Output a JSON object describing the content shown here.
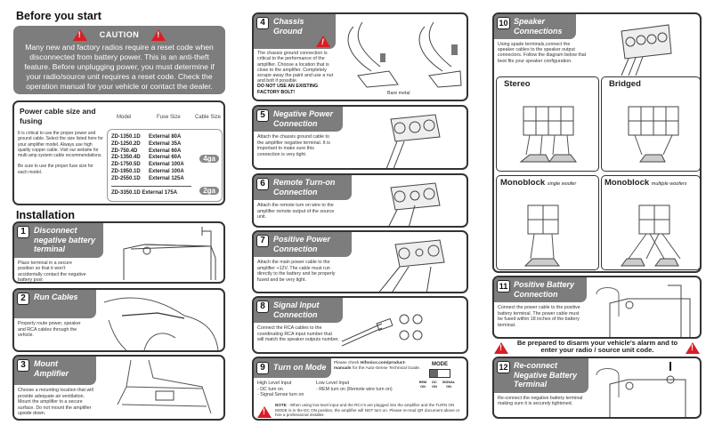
{
  "before": {
    "title": "Before you start",
    "caution_label": "CAUTION",
    "caution_text": "Many new and factory radios require a reset code when disconnected from battery power. This is an anti-theft feature. Before unplugging power, you must determine if your radio/source unit requires a reset code. Check the operation manual for your vehicle or contact the dealer."
  },
  "power": {
    "title": "Power cable size and fusing",
    "text1": "It is critical to use the proper power and ground cable. Select the size listed here for your amplifier model. Always use high quality copper cable. Visit our website for multi amp system cable recommendations.",
    "text2": "Be sure to use the proper fuse size for each model.",
    "headers": [
      "Model",
      "Fuse Size",
      "Cable Size"
    ],
    "rows": [
      [
        "ZD-1350.1D",
        "External 80A"
      ],
      [
        "ZD-1250.2D",
        "External 35A"
      ],
      [
        "ZD-750.4D",
        "External 60A"
      ],
      [
        "ZD-1350.4D",
        "External 60A"
      ],
      [
        "ZD-1750.5D",
        "External 100A"
      ],
      [
        "ZD-1950.1D",
        "External 100A"
      ],
      [
        "ZD-2550.1D",
        "External 125A"
      ]
    ],
    "last_row": "ZD-3350.1D External 175A",
    "gauge_a": "4ga",
    "gauge_b": "2ga"
  },
  "install_title": "Installation",
  "steps": [
    {
      "n": "1",
      "title": "Disconnect negative battery terminal",
      "text": "Place terminal in a secure position so that it won't accidentally contact the negative battery post"
    },
    {
      "n": "2",
      "title": "Run Cables",
      "text": "Properly route power, speaker and RCA cables through the vehicle."
    },
    {
      "n": "3",
      "title": "Mount Amplifier",
      "text": "Choose a mounting location that will provide adequate air ventilation. Mount the amplifier to a secure surface. Do not mount the amplifier upside down."
    },
    {
      "n": "4",
      "title": "Chassis Ground",
      "text": "The chassis ground connection is critical to the performance of the amplifier. Choose a location that is close to the amplifier. Completely scrape away the paint and use a nut and bolt if possible.",
      "warning": "DO NOT USE AN EXISTING FACTORY BOLT!",
      "label": "Bare metal"
    },
    {
      "n": "5",
      "title": "Negative Power Connection",
      "text": "Attach the chassis ground cable to the amplifier negative terminal. It is important to make sure this connection is very tight."
    },
    {
      "n": "6",
      "title": "Remote Turn-on Connection",
      "text": "Attach the remote turn on wire to the amplifier remote output of the source unit."
    },
    {
      "n": "7",
      "title": "Positive Power Connection",
      "text": "Attach the main power cable to the amplifier +12V. The cable must run directly to the battery and be properly fused and be very tight."
    },
    {
      "n": "8",
      "title": "Signal Input Connection",
      "text": "Connect the RCA cables to the coordinating RCA input number that will match the speaker outputs number."
    },
    {
      "n": "9",
      "title": "Turn on Mode",
      "check_pre": "Please check ",
      "check_link": "Hifonics.com/product-manuals",
      "check_post": "for the Auto-Sense Technical Guide.",
      "high": "High Level Input",
      "high1": "- DC turn on",
      "high2": "- Signal Sense turn on",
      "low": "Low Level Input",
      "low1": "- REM turn on (Remote wire turn on)",
      "mode": "MODE",
      "modes": [
        "REM ON",
        "DC ON",
        "SIGNAL ON"
      ],
      "note_label": "NOTE",
      "note": " - When using low level input and the RCA's are plugged into the amplifier and the TURN ON MODE is in the DC ON position, the amplifier will NOT turn on. Please re-read QR document above or hire a professional installer."
    },
    {
      "n": "10",
      "title": "Speaker Connections",
      "text": "Using spade terminals,connect the speaker cables to the speaker output connectors. Follow the diagram below that best fits your speaker configuration.",
      "stereo": "Stereo",
      "bridged": "Bridged",
      "mono": "Monoblock",
      "mono_single": "single woofer",
      "mono_multi": "multiple woofers"
    },
    {
      "n": "11",
      "title": "Positive Battery Connection",
      "text": "Connect the power cable to the positive battery terminal. The power cable must be fused within 18 inches of the battery terminal."
    },
    {
      "n": "12",
      "title": "Re-connect Negative Battery Terminal",
      "text": "Re-connect the negative battery terminal making sure it is securely tightened."
    }
  ],
  "alarm_warning": "Be prepared to disarm your vehicle's alarm and to enter your radio / source unit code.",
  "colors": {
    "panel_gray": "#7d7d7d",
    "warning_red": "#d81e25"
  }
}
